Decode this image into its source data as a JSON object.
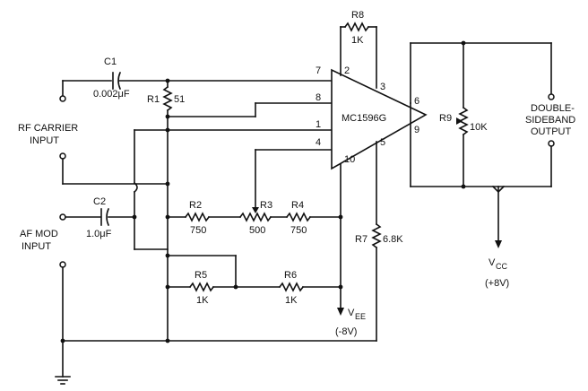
{
  "labels": {
    "c1_name": "C1",
    "c1_value": "0.002μF",
    "r1_name": "R1",
    "r1_value": "51",
    "rf_input_line1": "RF CARRIER",
    "rf_input_line2": "INPUT",
    "c2_name": "C2",
    "c2_value": "1.0μF",
    "af_input_line1": "AF MOD",
    "af_input_line2": "INPUT",
    "r2_name": "R2",
    "r2_value": "750",
    "r3_name": "R3",
    "r3_value": "500",
    "r4_name": "R4",
    "r4_value": "750",
    "r5_name": "R5",
    "r5_value": "1K",
    "r6_name": "R6",
    "r6_value": "1K",
    "r7_name": "R7",
    "r7_value": "6.8K",
    "r8_name": "R8",
    "r8_value": "1K",
    "r9_name": "R9",
    "r9_value": "10K",
    "ic_name": "MC1596G",
    "vee_label": "V",
    "vee_sub": "EE",
    "vee_value": "(-8V)",
    "vcc_label": "V",
    "vcc_sub": "CC",
    "vcc_value": "(+8V)",
    "output_line1": "DOUBLE-",
    "output_line2": "SIDEBAND",
    "output_line3": "OUTPUT"
  },
  "pins": {
    "p1": "1",
    "p2": "2",
    "p3": "3",
    "p4": "4",
    "p5": "5",
    "p6": "6",
    "p7": "7",
    "p8": "8",
    "p9": "9",
    "p10": "10"
  }
}
